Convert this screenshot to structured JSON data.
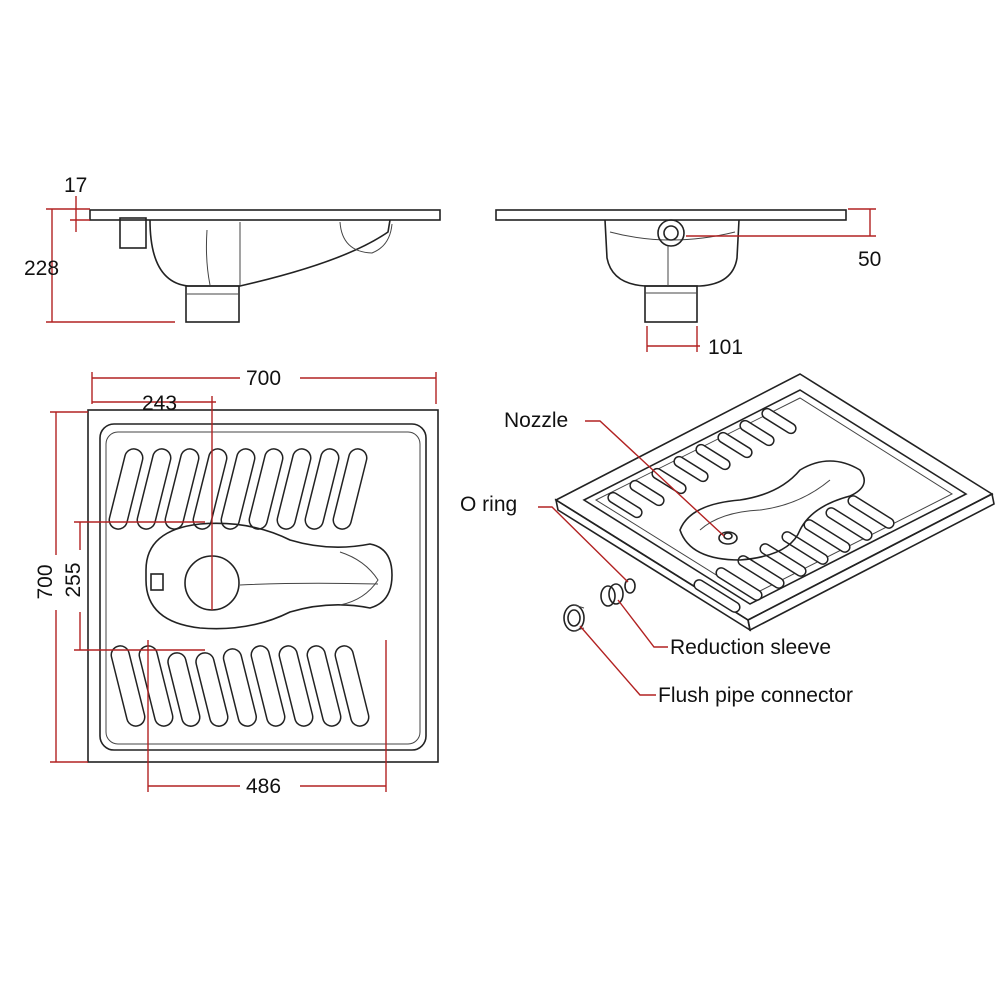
{
  "dimensions": {
    "rim_thickness": "17",
    "total_height": "228",
    "inlet_height": "50",
    "outlet_diameter": "101",
    "overall_width": "700",
    "drain_offset": "243",
    "overall_depth": "700",
    "pan_opening": "255",
    "slot_span": "486"
  },
  "callouts": {
    "nozzle": "Nozzle",
    "o_ring": "O ring",
    "reduction_sleeve": "Reduction sleeve",
    "flush_pipe_connector": "Flush pipe connector"
  },
  "colors": {
    "dimension_line": "#b22222",
    "drawing_line": "#222222",
    "text": "#111111"
  }
}
